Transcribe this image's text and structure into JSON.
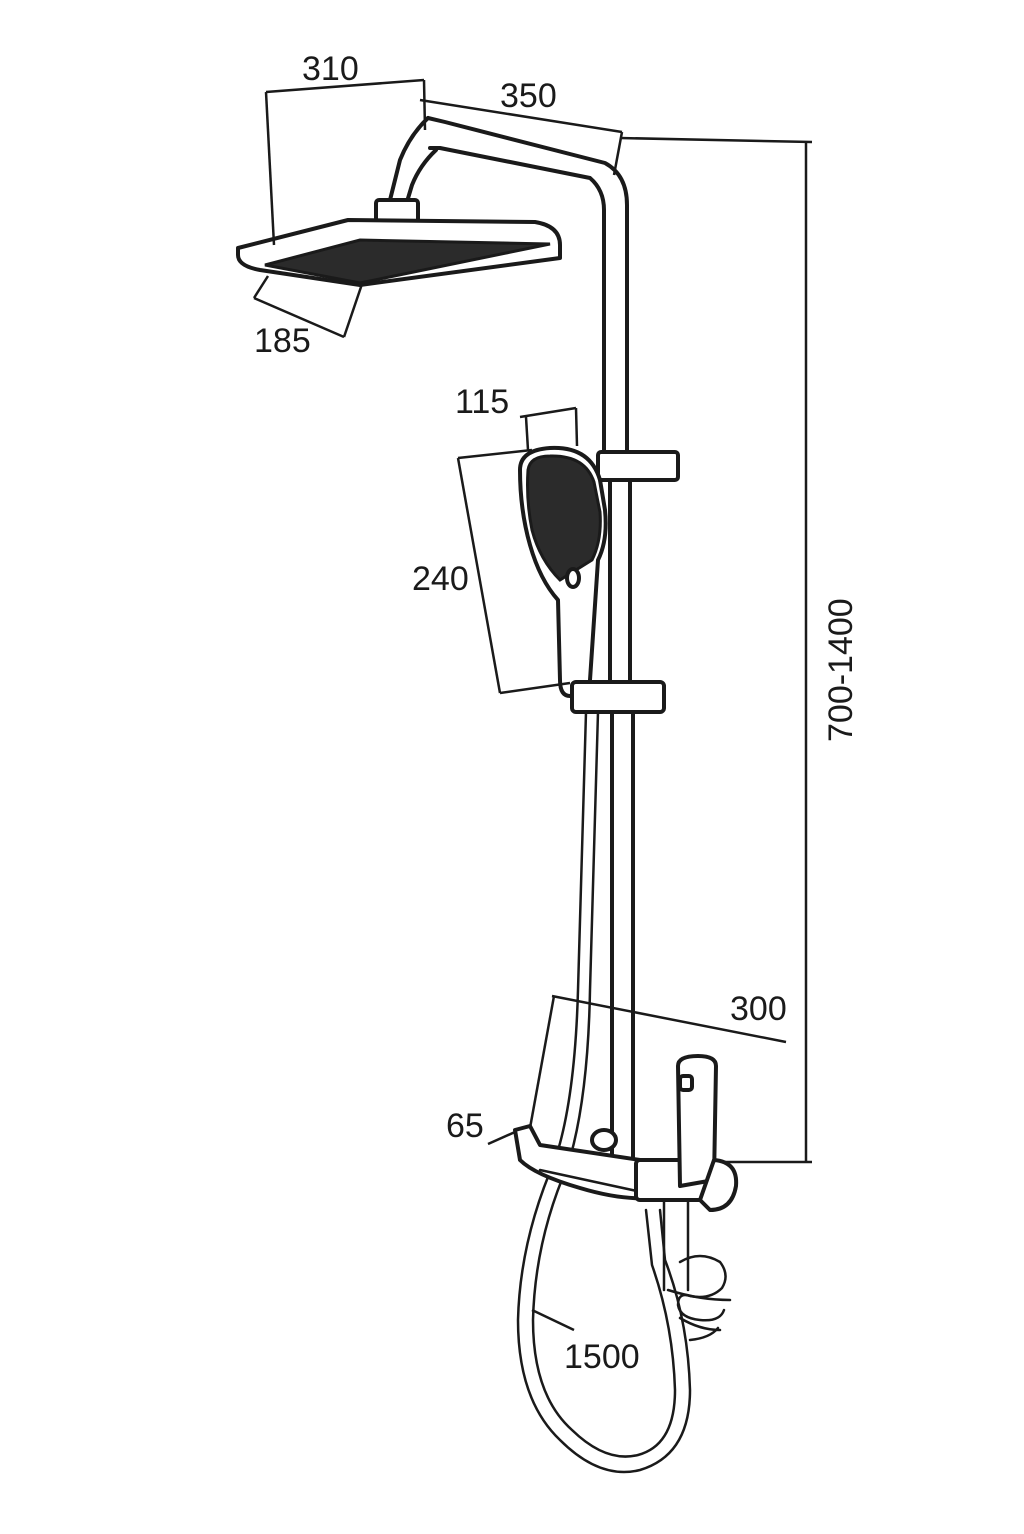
{
  "dimensions": {
    "head_width": "310",
    "arm_length": "350",
    "head_depth": "185",
    "hand_width": "115",
    "hand_length": "240",
    "height_range": "700-1400",
    "shelf_width": "300",
    "shelf_depth": "65",
    "hose_length": "1500"
  },
  "colors": {
    "line": "#1a1a1a",
    "fill_dark": "#2b2b2b",
    "background": "#ffffff"
  }
}
